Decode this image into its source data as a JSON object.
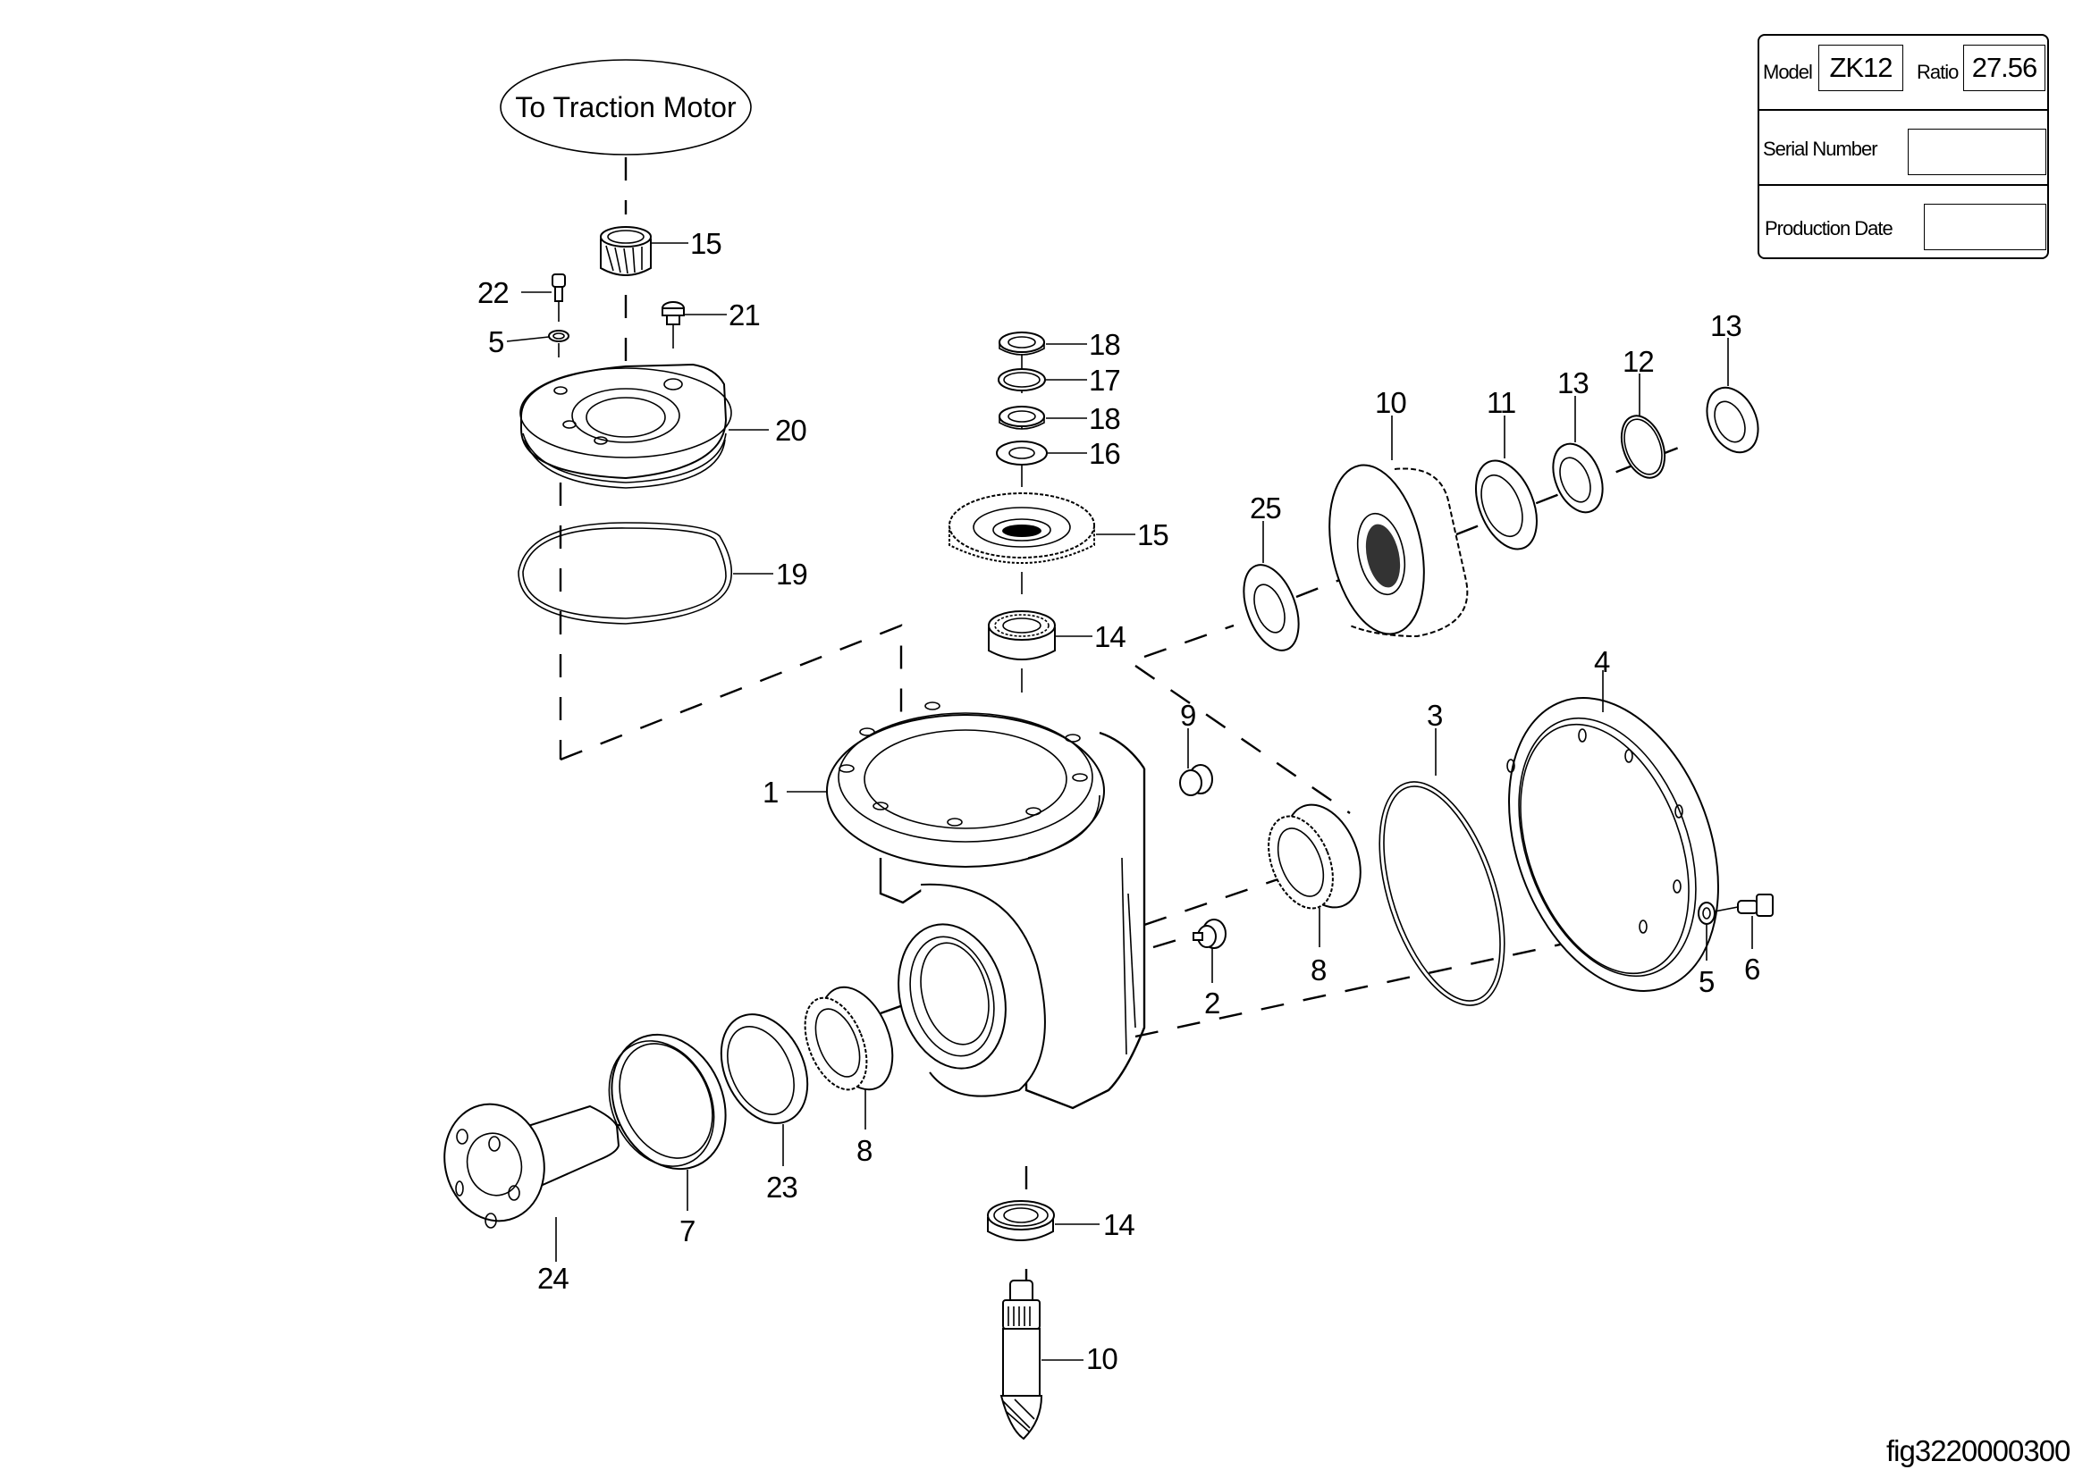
{
  "figure": {
    "id_label": "fig3220000300",
    "motor_label": "To Traction Motor"
  },
  "info_box": {
    "model_label": "Model",
    "model_value": "ZK12",
    "ratio_label": "Ratio",
    "ratio_value": "27.56",
    "serial_label": "Serial Number",
    "serial_value": "",
    "production_date_label": "Production Date",
    "production_date_value": ""
  },
  "callouts": [
    {
      "id": "c15a",
      "text": "15",
      "part": "motor pinion"
    },
    {
      "id": "c22",
      "text": "22",
      "part": "cap screw"
    },
    {
      "id": "c5a",
      "text": "5",
      "part": "washer"
    },
    {
      "id": "c21",
      "text": "21",
      "part": "plug"
    },
    {
      "id": "c20",
      "text": "20",
      "part": "cover"
    },
    {
      "id": "c19",
      "text": "19",
      "part": "o-ring"
    },
    {
      "id": "c18a",
      "text": "18",
      "part": "bearing"
    },
    {
      "id": "c17",
      "text": "17",
      "part": "washer"
    },
    {
      "id": "c18b",
      "text": "18",
      "part": "bearing"
    },
    {
      "id": "c16",
      "text": "16",
      "part": "spacer"
    },
    {
      "id": "c15b",
      "text": "15",
      "part": "gear"
    },
    {
      "id": "c14a",
      "text": "14",
      "part": "bearing"
    },
    {
      "id": "c25",
      "text": "25",
      "part": "shim"
    },
    {
      "id": "c10a",
      "text": "10",
      "part": "ring gear"
    },
    {
      "id": "c11",
      "text": "11",
      "part": "washer"
    },
    {
      "id": "c13a",
      "text": "13",
      "part": "nut"
    },
    {
      "id": "c12",
      "text": "12",
      "part": "lock washer"
    },
    {
      "id": "c13b",
      "text": "13",
      "part": "nut"
    },
    {
      "id": "c9",
      "text": "9",
      "part": "plug"
    },
    {
      "id": "c1",
      "text": "1",
      "part": "housing"
    },
    {
      "id": "c2",
      "text": "2",
      "part": "breather"
    },
    {
      "id": "c8a",
      "text": "8",
      "part": "tapered bearing"
    },
    {
      "id": "c3",
      "text": "3",
      "part": "o-ring"
    },
    {
      "id": "c4",
      "text": "4",
      "part": "cover"
    },
    {
      "id": "c5b",
      "text": "5",
      "part": "washer"
    },
    {
      "id": "c6",
      "text": "6",
      "part": "bolt"
    },
    {
      "id": "c24",
      "text": "24",
      "part": "output flange shaft"
    },
    {
      "id": "c7",
      "text": "7",
      "part": "seal"
    },
    {
      "id": "c23",
      "text": "23",
      "part": "spacer ring"
    },
    {
      "id": "c8b",
      "text": "8",
      "part": "tapered bearing"
    },
    {
      "id": "c14b",
      "text": "14",
      "part": "bearing"
    },
    {
      "id": "c10b",
      "text": "10",
      "part": "pinion shaft"
    }
  ]
}
